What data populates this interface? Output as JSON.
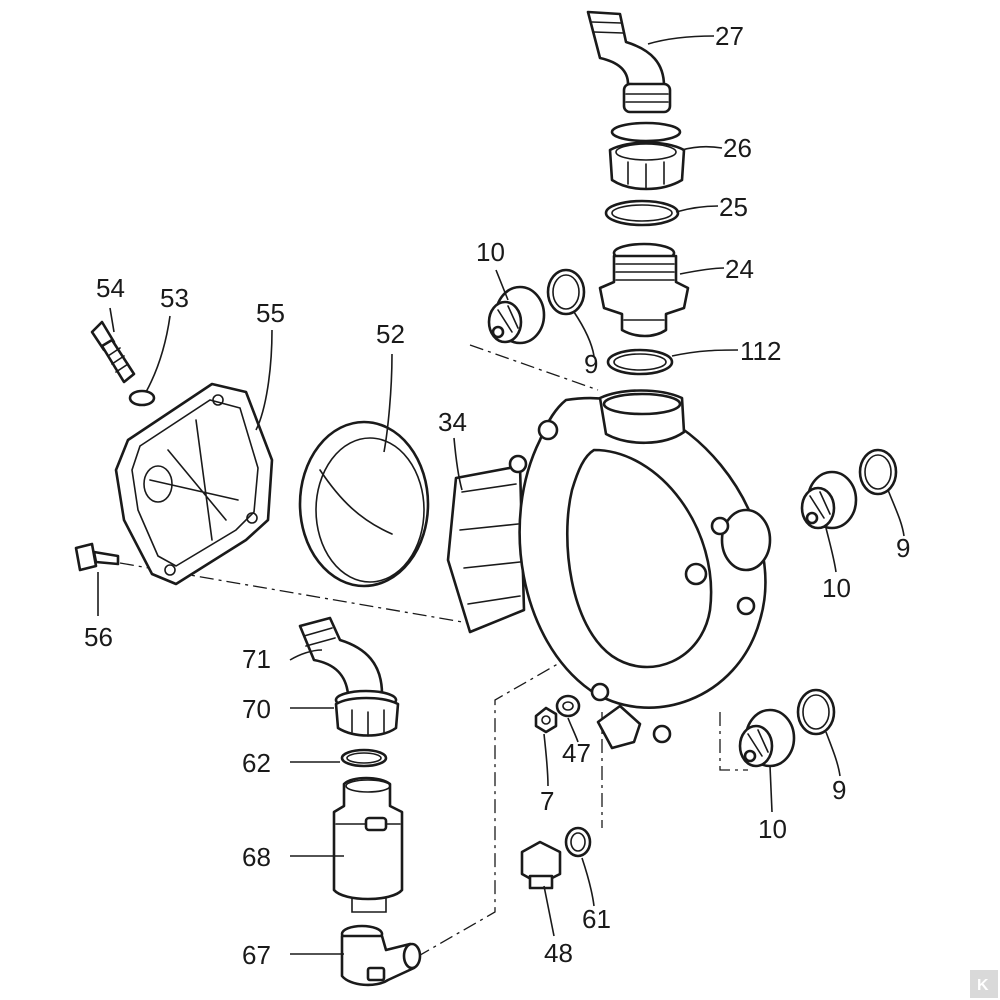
{
  "diagram": {
    "type": "exploded-parts-view",
    "part_numbers": {
      "p27": "27",
      "p26": "26",
      "p25": "25",
      "p24": "24",
      "p112": "112",
      "p10_top": "10",
      "p9_top": "9",
      "p54": "54",
      "p53": "53",
      "p55": "55",
      "p52": "52",
      "p34": "34",
      "p9_right": "9",
      "p10_right": "10",
      "p56": "56",
      "p71": "71",
      "p70": "70",
      "p62": "62",
      "p68": "68",
      "p67": "67",
      "p47": "47",
      "p7": "7",
      "p48": "48",
      "p61": "61",
      "p10_bottom": "10",
      "p9_bottom": "9"
    },
    "logo": {
      "text": "K",
      "color": "#d9d9d9"
    }
  }
}
